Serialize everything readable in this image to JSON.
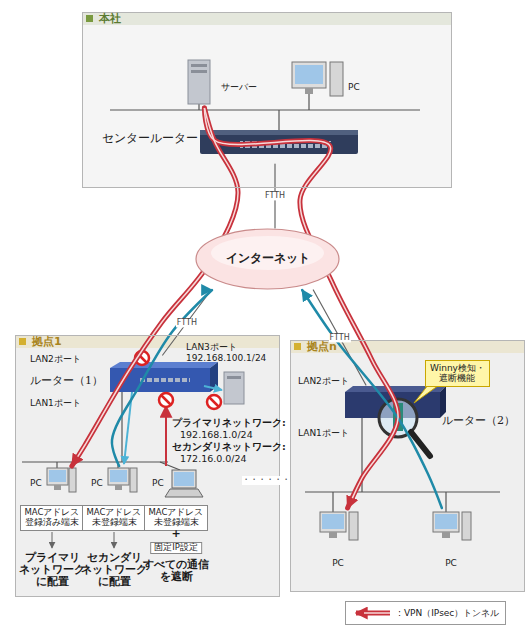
{
  "diagram": {
    "nodes": [
      {
        "text": [
          "本社"
        ]
      },
      {
        "text": [
          "サーバー"
        ],
        "in": 0
      },
      {
        "text": [
          "PC"
        ],
        "in": 0
      },
      {
        "text": [
          "センタールーター"
        ],
        "in": 0
      },
      {
        "text": [
          "インターネット"
        ]
      },
      {
        "text": [
          "拠点1"
        ]
      },
      {
        "text": [
          "ルーター（1）"
        ],
        "in": 5
      },
      {
        "text": [
          "PC"
        ],
        "in": 5
      },
      {
        "text": [
          "PC"
        ],
        "in": 5
      },
      {
        "text": [
          "PC"
        ],
        "in": 5
      },
      {
        "text": [
          "MACアドレス 登録済み端末"
        ],
        "in": 5
      },
      {
        "text": [
          "MACアドレス 未登録端末"
        ],
        "in": 5
      },
      {
        "text": [
          "MACアドレス 未登録端末"
        ],
        "in": 5
      },
      {
        "text": [
          "拠点n"
        ]
      },
      {
        "text": [
          "Winny検知・遮断機能"
        ],
        "in": 13
      },
      {
        "text": [
          "ルーター（2）"
        ],
        "in": 13
      },
      {
        "text": [
          "PC"
        ],
        "in": 13
      },
      {
        "text": [
          "PC"
        ],
        "in": 13
      }
    ],
    "edges": [
      {
        "from": 3,
        "to": 4,
        "arrow": "none",
        "label": "FTTH"
      },
      {
        "from": 6,
        "to": 4,
        "arrow": "none",
        "label": "FTTH"
      },
      {
        "from": 15,
        "to": 4,
        "arrow": "none",
        "label": "FTTH"
      },
      {
        "from": 1,
        "to": 7,
        "arrow": "to"
      },
      {
        "from": 1,
        "to": 16,
        "arrow": "to"
      },
      {
        "from": 8,
        "to": 4,
        "arrow": "to"
      },
      {
        "from": 17,
        "to": 4,
        "arrow": "to"
      }
    ],
    "labels": [
      "LAN2ポート",
      "LAN3ポート",
      "192.168.100.1/24",
      "LAN1ポート",
      "プライマリネットワーク:",
      "192.168.1.0/24",
      "セカンダリネットワーク:",
      "172.16.0.0/24",
      "・・・・・・",
      "プライマリ ネットワーク に配置",
      "セカンダリ ネットワーク に配置",
      "+",
      "固定IP設定",
      "すべての通信 を遮断",
      "LAN2ポート",
      "LAN1ポート"
    ],
    "legend": [
      {
        "text": ": VPN（IPsec）トンネル"
      }
    ]
  }
}
